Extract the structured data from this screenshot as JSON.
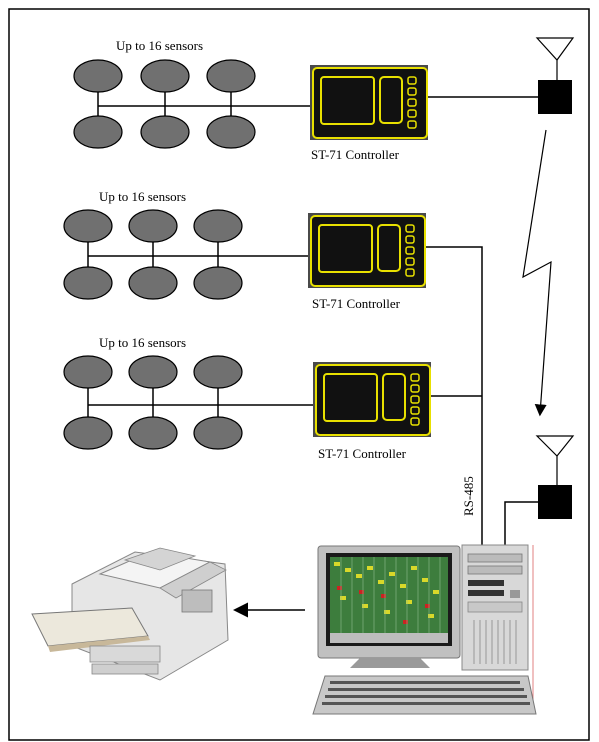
{
  "network": {
    "rows": [
      {
        "sensor_label": "Up to 16 sensors",
        "controller_label": "ST-71 Controller"
      },
      {
        "sensor_label": "Up to 16 sensors",
        "controller_label": "ST-71 Controller"
      },
      {
        "sensor_label": "Up to 16 sensors",
        "controller_label": "ST-71 Controller"
      }
    ],
    "bus_label": "RS-485"
  },
  "colors": {
    "sensor_fill": "#707070",
    "controller_body": "#111111",
    "controller_trim": "#e8e000",
    "radio_box": "#000000"
  },
  "icons": [
    "antenna-icon",
    "radio-modem-icon",
    "printer-icon",
    "pc-workstation-icon",
    "monitor-icon",
    "keyboard-icon",
    "wireless-link-icon"
  ]
}
